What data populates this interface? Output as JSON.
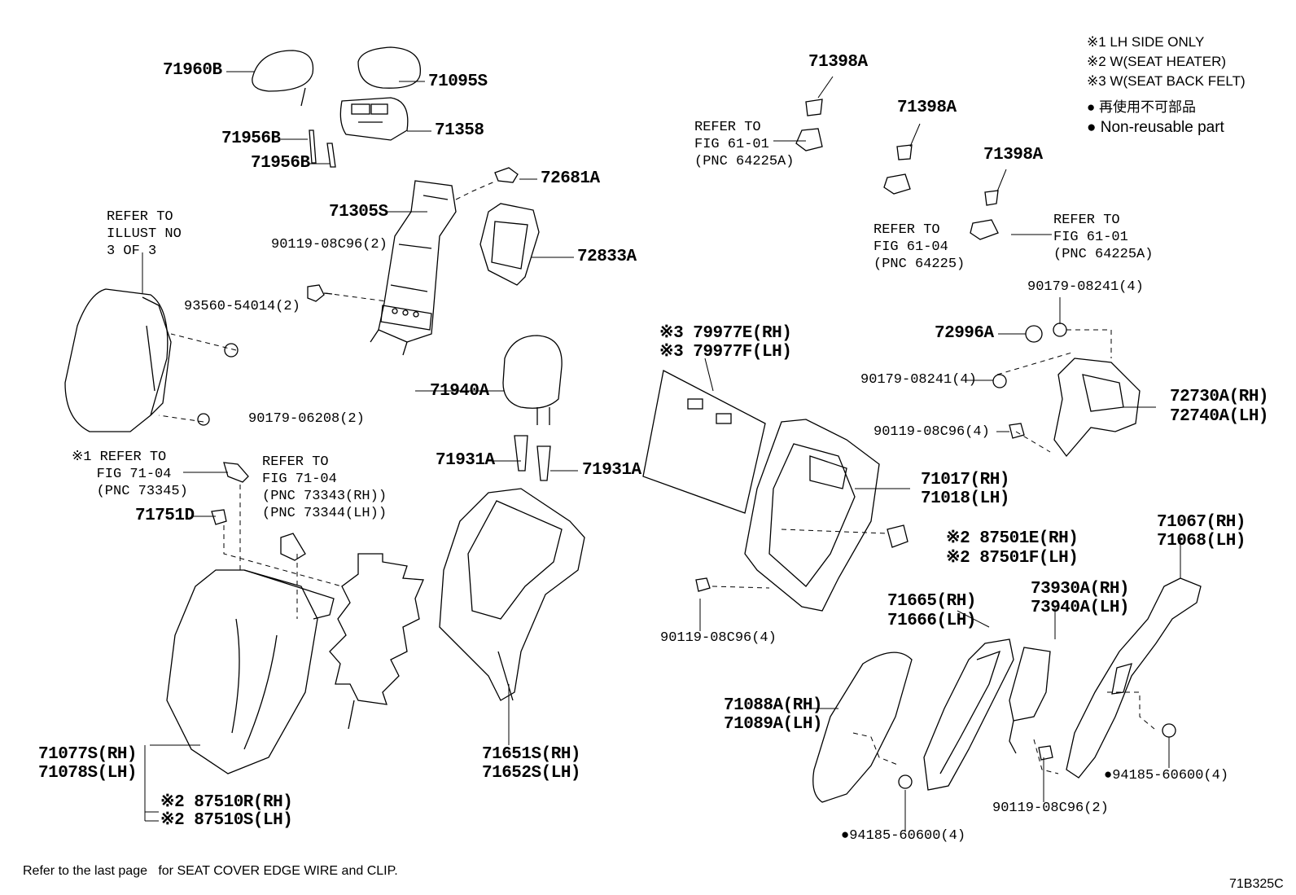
{
  "legend": {
    "notes": [
      "※1 LH SIDE ONLY",
      "※2 W(SEAT HEATER)",
      "※3 W(SEAT BACK FELT)"
    ],
    "nonreusable_jp": "● 再使用不可部品",
    "nonreusable_en": "● Non-reusable part"
  },
  "footer": {
    "text": "Refer to the last page   for SEAT COVER EDGE WIRE and CLIP.",
    "code": "71B325C"
  },
  "labels": {
    "p71960B": "71960B",
    "p71095S": "71095S",
    "p71956B_1": "71956B",
    "p71358": "71358",
    "p71956B_2": "71956B",
    "p72681A": "72681A",
    "p71305S": "71305S",
    "p90119_2_top": "90119-08C96(2)",
    "p72833A": "72833A",
    "ref_illust": "REFER TO\nILLUST NO\n3 OF 3",
    "p93560": "93560-54014(2)",
    "p90179_06208": "90179-06208(2)",
    "ref_fig7104_a": "※1 REFER TO\n   FIG 71-04\n   (PNC 73345)",
    "ref_fig7104_b": "REFER TO\nFIG 71-04\n(PNC 73343(RH))\n(PNC 73344(LH))",
    "p71751D": "71751D",
    "p71940A": "71940A",
    "p71931A_1": "71931A",
    "p71931A_2": "71931A",
    "p71077S": "71077S(RH)\n71078S(LH)",
    "p87510": "※2 87510R(RH)\n※2 87510S(LH)",
    "p71651S": "71651S(RH)\n71652S(LH)",
    "p71398A_1": "71398A",
    "ref_fig6101_a": "REFER TO\nFIG 61-01\n(PNC 64225A)",
    "p71398A_2": "71398A",
    "ref_fig6104": "REFER TO\nFIG 61-04\n(PNC 64225)",
    "p71398A_3": "71398A",
    "ref_fig6101_b": "REFER TO\nFIG 61-01\n(PNC 64225A)",
    "p90179_08241_a": "90179-08241(4)",
    "p72996A": "72996A",
    "p90179_08241_b": "90179-08241(4)",
    "p72730A": "72730A(RH)\n72740A(LH)",
    "p90119_4_right": "90119-08C96(4)",
    "p79977": "※3 79977E(RH)\n※3 79977F(LH)",
    "p71017": "71017(RH)\n71018(LH)",
    "p87501": "※2 87501E(RH)\n※2 87501F(LH)",
    "p71067": "71067(RH)\n71068(LH)",
    "p90119_4_bottom": "90119-08C96(4)",
    "p71665": "71665(RH)\n71666(LH)",
    "p73930A": "73930A(RH)\n73940A(LH)",
    "p71088A": "71088A(RH)\n71089A(LH)",
    "p94185_right": "●94185-60600(4)",
    "p90119_2_bottom": "90119-08C96(2)",
    "p94185_bottom": "●94185-60600(4)"
  }
}
